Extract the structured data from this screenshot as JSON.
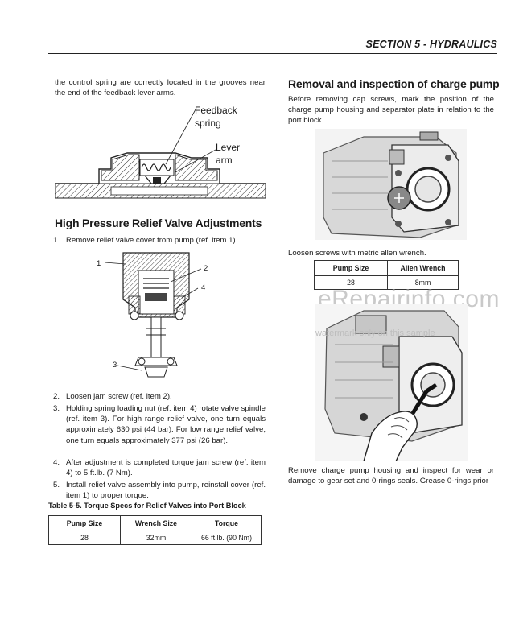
{
  "header": {
    "section": "SECTION 5 - HYDRAULICS"
  },
  "left": {
    "intro": "the control spring are correctly located in the grooves near the end of the feedback lever arms.",
    "figure1": {
      "label_spring_1": "Feedback",
      "label_spring_2": "spring",
      "label_lever_1": "Lever",
      "label_lever_2": "arm"
    },
    "heading": "High Pressure Relief Valve Adjustments",
    "step1": {
      "num": "1.",
      "text": "Remove relief valve cover from pump (ref. item 1)."
    },
    "figure2": {
      "callout_1": "1",
      "callout_2": "2",
      "callout_3": "3",
      "callout_4": "4"
    },
    "steps": [
      {
        "num": "2.",
        "text": "Loosen jam screw (ref. item 2)."
      },
      {
        "num": "3.",
        "text": "Holding spring loading nut (ref. item 4) rotate valve spindle (ref. item 3). For high range relief valve, one turn equals approximately 630 psi (44 bar). For low range relief valve, one turn equals approximately 377 psi (26 bar)."
      },
      {
        "num": "4.",
        "text": "After adjustment is completed torque jam screw (ref. item 4) to 5 ft.lb. (7 Nm)."
      },
      {
        "num": "5.",
        "text": "Install relief valve assembly into pump, reinstall cover (ref. item 1) to proper torque."
      }
    ],
    "table_caption": "Table 5-5.  Torque Specs for Relief Valves into Port Block",
    "table": {
      "headers": [
        "Pump Size",
        "Wrench Size",
        "Torque"
      ],
      "rows": [
        [
          "28",
          "32mm",
          "66 ft.lb. (90 Nm)"
        ]
      ]
    }
  },
  "right": {
    "heading": "Removal and inspection of charge pump",
    "intro": "Before removing cap screws, mark the position of the charge pump housing and separator plate in relation to the port block.",
    "loosen_text": "Loosen screws with metric allen wrench.",
    "table": {
      "headers": [
        "Pump Size",
        "Allen Wrench"
      ],
      "rows": [
        [
          "28",
          "8mm"
        ]
      ]
    },
    "watermark": "eRepairinfo.com",
    "watermark_sub": "watermark only on this sample",
    "outro": "Remove charge pump housing and inspect for wear or damage to gear set and 0-rings seals. Grease 0-rings prior"
  }
}
